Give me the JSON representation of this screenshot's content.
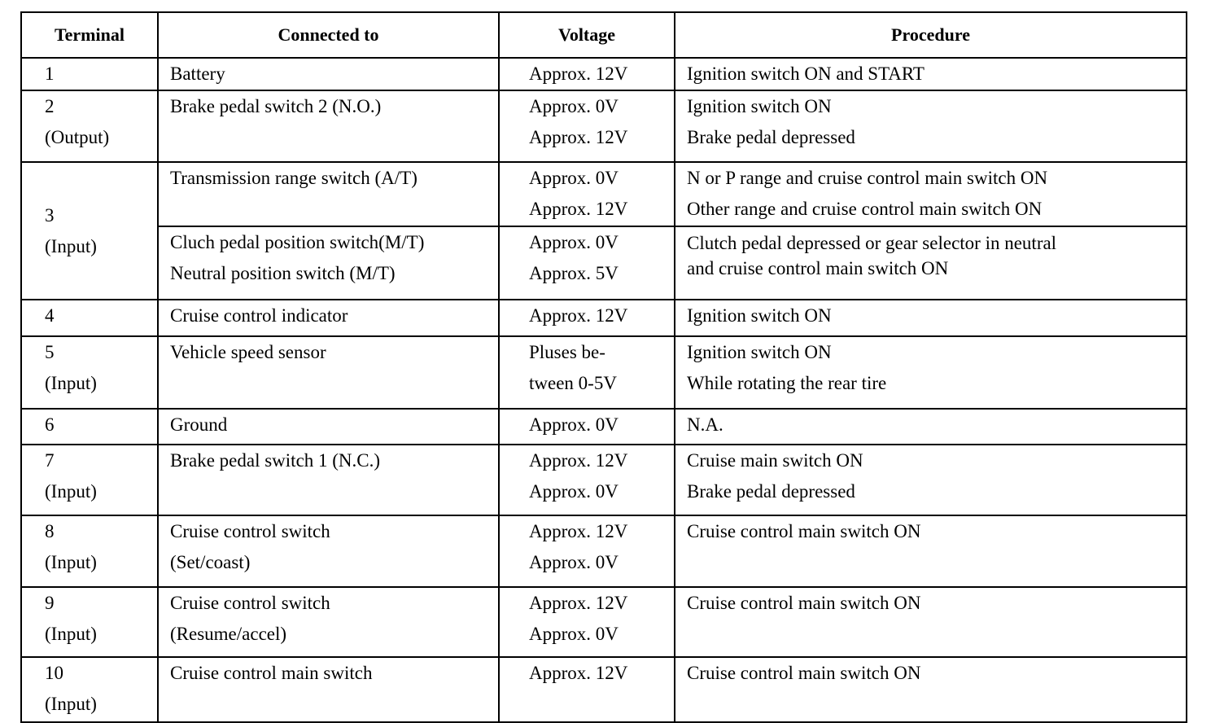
{
  "headers": {
    "terminal": "Terminal",
    "connected": "Connected to",
    "voltage": "Voltage",
    "procedure": "Procedure"
  },
  "rows": [
    {
      "terminal": [
        "1"
      ],
      "connected": [
        "Battery"
      ],
      "voltage": [
        "Approx. 12V"
      ],
      "procedure": [
        "Ignition switch ON and START"
      ]
    },
    {
      "terminal": [
        "2",
        "(Output)"
      ],
      "connected": [
        "Brake pedal switch 2 (N.O.)"
      ],
      "voltage": [
        "Approx. 0V",
        "Approx. 12V"
      ],
      "procedure": [
        "Ignition switch ON",
        "Brake pedal depressed"
      ]
    },
    {
      "terminal": [
        "3",
        "(Input)"
      ],
      "sub": [
        {
          "connected": [
            "Transmission range switch (A/T)"
          ],
          "voltage": [
            "Approx. 0V",
            "Approx. 12V"
          ],
          "procedure": [
            "N or P range and cruise control main switch ON",
            "Other range and cruise control main switch ON"
          ]
        },
        {
          "connected": [
            "Cluch pedal position switch(M/T)",
            "Neutral position switch (M/T)"
          ],
          "voltage": [
            "Approx. 0V",
            "Approx. 5V"
          ],
          "procedure": [
            "Clutch pedal depressed or gear selector in neutral",
            "and cruise control main switch ON"
          ]
        }
      ]
    },
    {
      "terminal": [
        "4"
      ],
      "connected": [
        "Cruise control indicator"
      ],
      "voltage": [
        "Approx. 12V"
      ],
      "procedure": [
        "Ignition switch ON"
      ]
    },
    {
      "terminal": [
        "5",
        "(Input)"
      ],
      "connected": [
        "Vehicle speed sensor"
      ],
      "voltage": [
        "Pluses be-",
        "tween 0-5V"
      ],
      "procedure": [
        "Ignition switch ON",
        "While rotating the rear tire"
      ]
    },
    {
      "terminal": [
        "6"
      ],
      "connected": [
        "Ground"
      ],
      "voltage": [
        "Approx. 0V"
      ],
      "procedure": [
        "N.A."
      ]
    },
    {
      "terminal": [
        "7",
        "(Input)"
      ],
      "connected": [
        "Brake pedal switch 1 (N.C.)"
      ],
      "voltage": [
        "Approx. 12V",
        "Approx. 0V"
      ],
      "procedure": [
        "Cruise main switch ON",
        "Brake pedal depressed"
      ]
    },
    {
      "terminal": [
        "8",
        "(Input)"
      ],
      "connected": [
        "Cruise control switch",
        "(Set/coast)"
      ],
      "voltage": [
        "Approx. 12V",
        "Approx. 0V"
      ],
      "procedure": [
        "Cruise control main switch ON"
      ]
    },
    {
      "terminal": [
        "9",
        "(Input)"
      ],
      "connected": [
        "Cruise control switch",
        "(Resume/accel)"
      ],
      "voltage": [
        "Approx. 12V",
        "Approx. 0V"
      ],
      "procedure": [
        "Cruise control main switch ON"
      ]
    },
    {
      "terminal": [
        "10",
        "(Input)"
      ],
      "connected": [
        "Cruise control main switch"
      ],
      "voltage": [
        "Approx. 12V"
      ],
      "procedure": [
        "Cruise control main switch ON"
      ]
    }
  ]
}
